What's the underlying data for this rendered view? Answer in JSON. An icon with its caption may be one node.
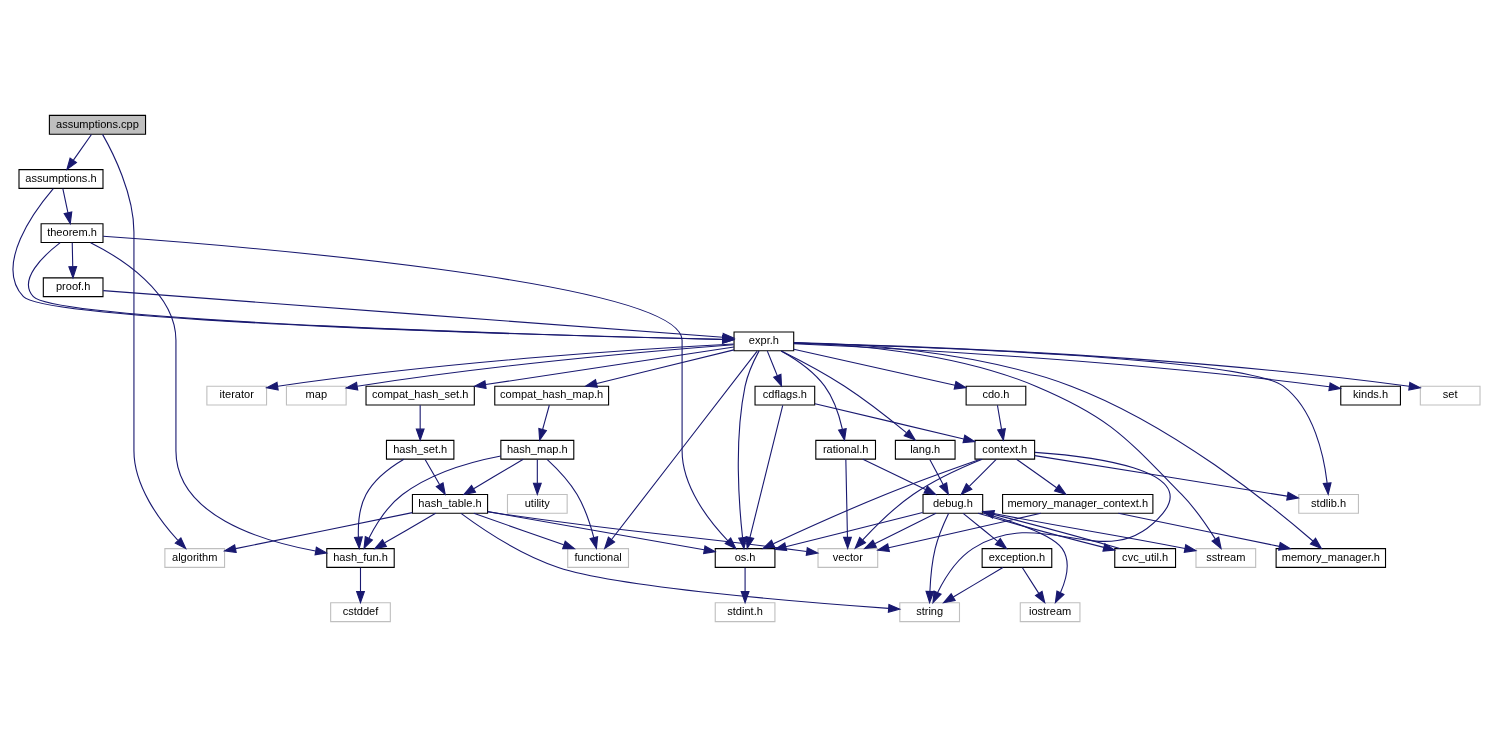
{
  "diagram": {
    "nodes": [
      {
        "text": [
          "assumptions.cpp"
        ]
      },
      {
        "text": [
          "assumptions.h"
        ]
      },
      {
        "text": [
          "theorem.h"
        ]
      },
      {
        "text": [
          "proof.h"
        ]
      },
      {
        "text": [
          "expr.h"
        ]
      },
      {
        "text": [
          "iterator"
        ]
      },
      {
        "text": [
          "map"
        ]
      },
      {
        "text": [
          "compat_hash_set.h"
        ]
      },
      {
        "text": [
          "compat_hash_map.h"
        ]
      },
      {
        "text": [
          "kinds.h"
        ]
      },
      {
        "text": [
          "cdflags.h"
        ]
      },
      {
        "text": [
          "cdo.h"
        ]
      },
      {
        "text": [
          "set"
        ]
      },
      {
        "text": [
          "rational.h"
        ]
      },
      {
        "text": [
          "lang.h"
        ]
      },
      {
        "text": [
          "hash_set.h"
        ]
      },
      {
        "text": [
          "hash_map.h"
        ]
      },
      {
        "text": [
          "context.h"
        ]
      },
      {
        "text": [
          "utility"
        ]
      },
      {
        "text": [
          "hash_table.h"
        ]
      },
      {
        "text": [
          "memory_manager_context.h"
        ]
      },
      {
        "text": [
          "stdlib.h"
        ]
      },
      {
        "text": [
          "debug.h"
        ]
      },
      {
        "text": [
          "algorithm"
        ]
      },
      {
        "text": [
          "hash_fun.h"
        ]
      },
      {
        "text": [
          "functional"
        ]
      },
      {
        "text": [
          "os.h"
        ]
      },
      {
        "text": [
          "vector"
        ]
      },
      {
        "text": [
          "memory_manager.h"
        ]
      },
      {
        "text": [
          "exception.h"
        ]
      },
      {
        "text": [
          "cvc_util.h"
        ]
      },
      {
        "text": [
          "sstream"
        ]
      },
      {
        "text": [
          "cstddef"
        ]
      },
      {
        "text": [
          "stdint.h"
        ]
      },
      {
        "text": [
          "string"
        ]
      },
      {
        "text": [
          "iostream"
        ]
      }
    ],
    "edges": [
      {
        "from": 0,
        "to": 23,
        "arrow": "to"
      },
      {
        "from": 0,
        "to": 1,
        "arrow": "to"
      },
      {
        "from": 1,
        "to": 2,
        "arrow": "to"
      },
      {
        "from": 1,
        "to": 4,
        "arrow": "to"
      },
      {
        "from": 2,
        "to": 24,
        "arrow": "to"
      },
      {
        "from": 2,
        "to": 26,
        "arrow": "to"
      },
      {
        "from": 2,
        "to": 3,
        "arrow": "to"
      },
      {
        "from": 2,
        "to": 4,
        "arrow": "to"
      },
      {
        "from": 3,
        "to": 4,
        "arrow": "to"
      },
      {
        "from": 4,
        "to": 5,
        "arrow": "to"
      },
      {
        "from": 4,
        "to": 6,
        "arrow": "to"
      },
      {
        "from": 4,
        "to": 7,
        "arrow": "to"
      },
      {
        "from": 4,
        "to": 8,
        "arrow": "to"
      },
      {
        "from": 4,
        "to": 9,
        "arrow": "to"
      },
      {
        "from": 4,
        "to": 25,
        "arrow": "to"
      },
      {
        "from": 4,
        "to": 26,
        "arrow": "to"
      },
      {
        "from": 4,
        "to": 10,
        "arrow": "to"
      },
      {
        "from": 4,
        "to": 11,
        "arrow": "to"
      },
      {
        "from": 4,
        "to": 21,
        "arrow": "to"
      },
      {
        "from": 4,
        "to": 12,
        "arrow": "to"
      },
      {
        "from": 4,
        "to": 13,
        "arrow": "to"
      },
      {
        "from": 4,
        "to": 28,
        "arrow": "to"
      },
      {
        "from": 4,
        "to": 14,
        "arrow": "to"
      },
      {
        "from": 4,
        "to": 31,
        "arrow": "to"
      },
      {
        "from": 7,
        "to": 15,
        "arrow": "to"
      },
      {
        "from": 8,
        "to": 16,
        "arrow": "to"
      },
      {
        "from": 10,
        "to": 17,
        "arrow": "to"
      },
      {
        "from": 10,
        "to": 26,
        "arrow": "to"
      },
      {
        "from": 11,
        "to": 17,
        "arrow": "to"
      },
      {
        "from": 13,
        "to": 27,
        "arrow": "to"
      },
      {
        "from": 13,
        "to": 22,
        "arrow": "to"
      },
      {
        "from": 14,
        "to": 22,
        "arrow": "to"
      },
      {
        "from": 15,
        "to": 24,
        "arrow": "to"
      },
      {
        "from": 15,
        "to": 19,
        "arrow": "to"
      },
      {
        "from": 16,
        "to": 24,
        "arrow": "to"
      },
      {
        "from": 16,
        "to": 19,
        "arrow": "to"
      },
      {
        "from": 16,
        "to": 18,
        "arrow": "to"
      },
      {
        "from": 16,
        "to": 25,
        "arrow": "to"
      },
      {
        "from": 17,
        "to": 26,
        "arrow": "to"
      },
      {
        "from": 17,
        "to": 34,
        "arrow": "to"
      },
      {
        "from": 17,
        "to": 27,
        "arrow": "to"
      },
      {
        "from": 17,
        "to": 20,
        "arrow": "to"
      },
      {
        "from": 17,
        "to": 21,
        "arrow": "to"
      },
      {
        "from": 17,
        "to": 22,
        "arrow": "to"
      },
      {
        "from": 19,
        "to": 23,
        "arrow": "to"
      },
      {
        "from": 19,
        "to": 24,
        "arrow": "to"
      },
      {
        "from": 19,
        "to": 25,
        "arrow": "to"
      },
      {
        "from": 19,
        "to": 26,
        "arrow": "to"
      },
      {
        "from": 19,
        "to": 27,
        "arrow": "to"
      },
      {
        "from": 19,
        "to": 34,
        "arrow": "to"
      },
      {
        "from": 20,
        "to": 27,
        "arrow": "to"
      },
      {
        "from": 20,
        "to": 28,
        "arrow": "to"
      },
      {
        "from": 22,
        "to": 26,
        "arrow": "to"
      },
      {
        "from": 22,
        "to": 27,
        "arrow": "to"
      },
      {
        "from": 22,
        "to": 34,
        "arrow": "to"
      },
      {
        "from": 22,
        "to": 29,
        "arrow": "to"
      },
      {
        "from": 22,
        "to": 30,
        "arrow": "to"
      },
      {
        "from": 22,
        "to": 35,
        "arrow": "to"
      },
      {
        "from": 22,
        "to": 31,
        "arrow": "to"
      },
      {
        "from": 30,
        "to": 22,
        "arrow": "to"
      },
      {
        "from": 29,
        "to": 34,
        "arrow": "to"
      },
      {
        "from": 29,
        "to": 35,
        "arrow": "to"
      },
      {
        "from": 24,
        "to": 32,
        "arrow": "to"
      },
      {
        "from": 26,
        "to": 33,
        "arrow": "to"
      }
    ]
  }
}
